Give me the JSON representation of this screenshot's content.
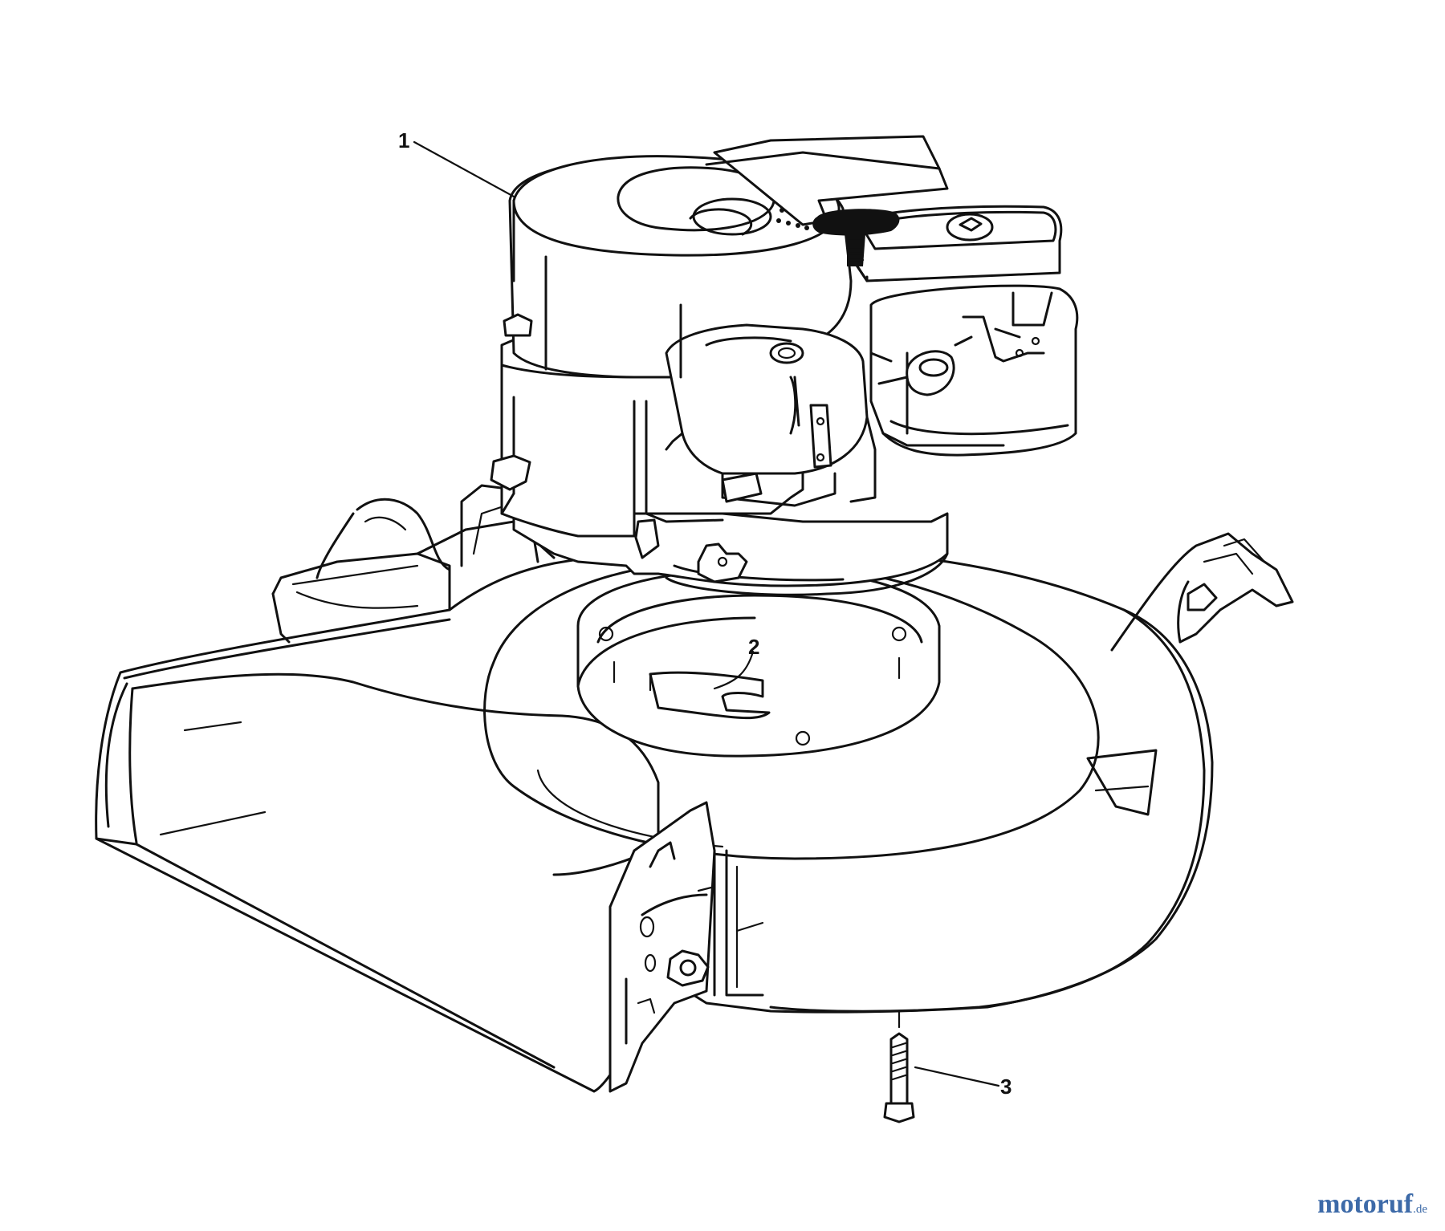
{
  "callouts": [
    {
      "number": "1",
      "part": "engine"
    },
    {
      "number": "2",
      "part": "deck-plate"
    },
    {
      "number": "3",
      "part": "bolt"
    }
  ],
  "watermark": {
    "text": "motoruf",
    "suffix": ".de",
    "color": "#3d6aa8"
  },
  "colors": {
    "line": "#111111",
    "background": "#ffffff"
  }
}
